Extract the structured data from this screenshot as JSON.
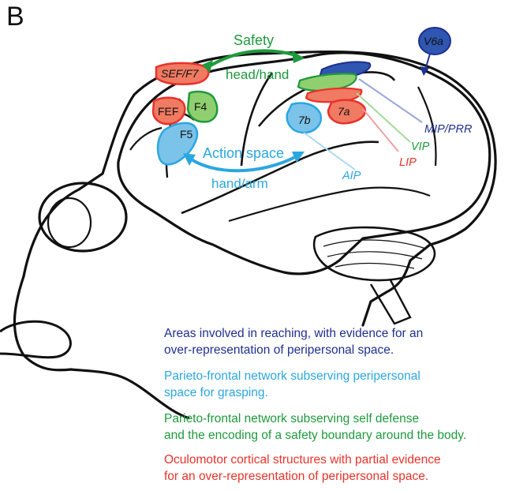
{
  "panel_letter": "B",
  "colors": {
    "reaching": "#1f2f8f",
    "grasping": "#2aa7e0",
    "defense": "#1e9a3c",
    "oculomotor": "#e8322b",
    "outline": "#111111",
    "fill_red": "#f07a62",
    "fill_green": "#8fcf6f",
    "fill_blue": "#7cc3ea",
    "fill_navy": "#2f56b0"
  },
  "areas": {
    "sef_f7": "SEF/F7",
    "fef": "FEF",
    "f4": "F4",
    "f5": "F5",
    "b7": "7b",
    "a7": "7a",
    "v6a": "V6a"
  },
  "callouts": {
    "mip_prr": "MIP/PRR",
    "vip": "VIP",
    "lip": "LIP",
    "aip": "AIP"
  },
  "arrows": {
    "safety_label": "Safety",
    "safety_sub": "head/hand",
    "action_label": "Action space",
    "action_sub": "hand/arm"
  },
  "legend": {
    "reaching": "Areas involved in reaching, with evidence for an\nover-representation of peripersonal space.",
    "grasping": "Parieto-frontal network subserving peripersonal\nspace for grasping.",
    "defense": "Parieto-frontal network subserving self defense\nand the encoding of a safety boundary around the body.",
    "oculomotor": "Oculomotor cortical structures with partial evidence\nfor an over-representation of peripersonal space."
  }
}
